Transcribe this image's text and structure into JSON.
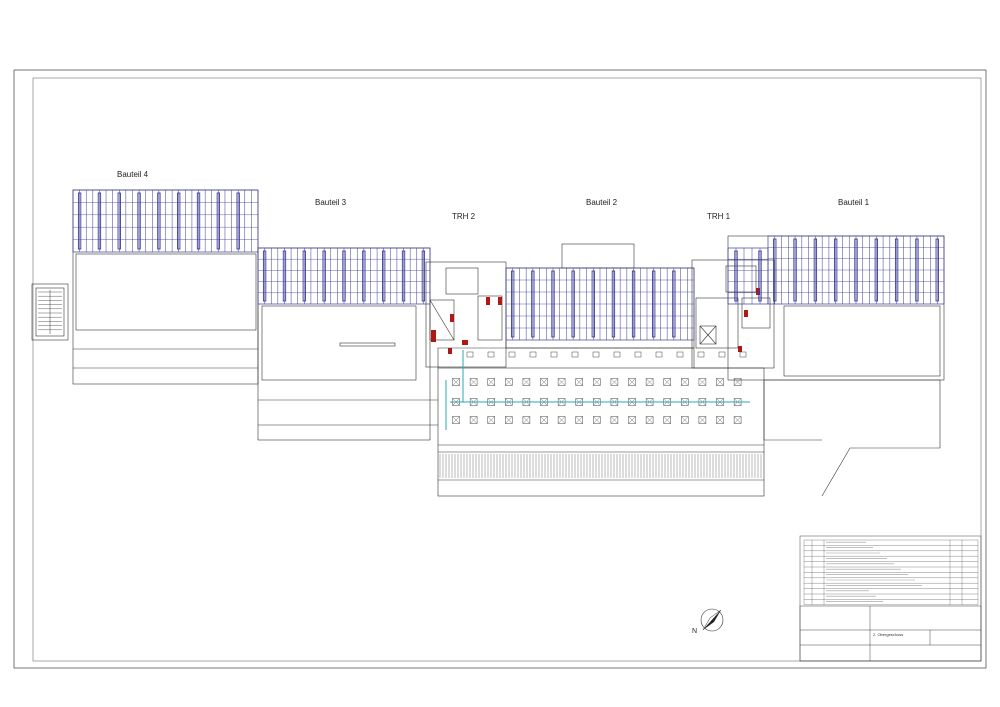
{
  "sections": {
    "bauteil4": "Bauteil 4",
    "bauteil3": "Bauteil 3",
    "trh2": "TRH 2",
    "bauteil2": "Bauteil 2",
    "trh1": "TRH 1",
    "bauteil1": "Bauteil 1"
  },
  "north_label": "N",
  "title_block": {
    "project_title": "2. Obergeschoss",
    "revision_rows": 12
  },
  "colors": {
    "line": "#333333",
    "facade": "#3b3b9a",
    "accent_red": "#b01818",
    "accent_cyan": "#2aa6b8"
  }
}
